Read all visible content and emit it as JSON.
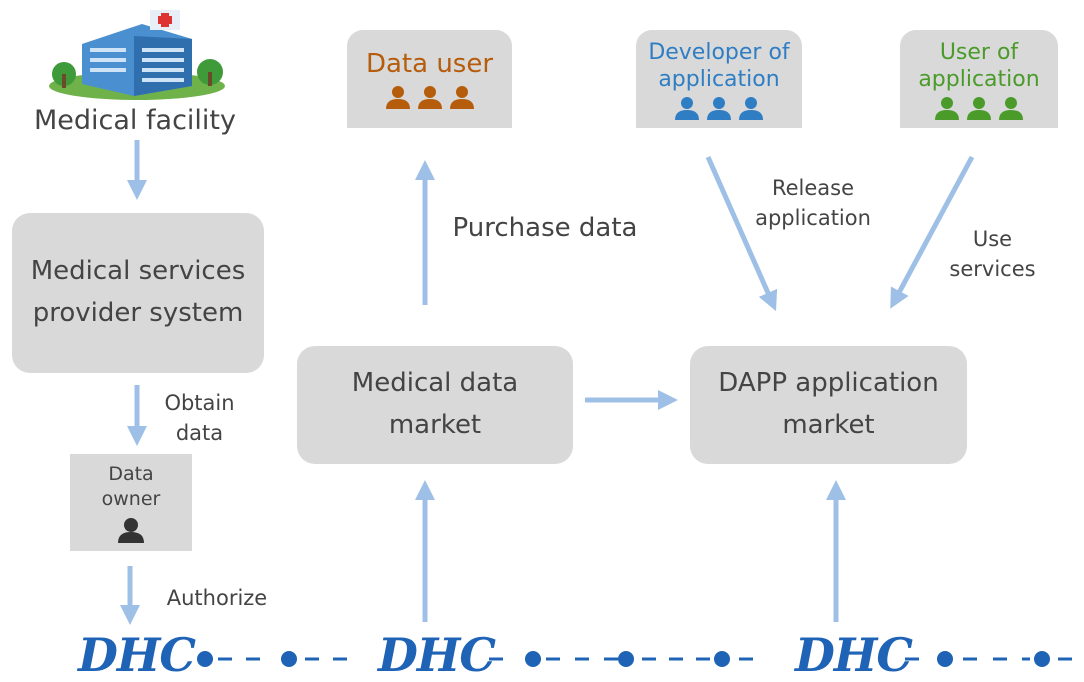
{
  "nodes": {
    "medical_facility": "Medical facility",
    "provider_system": "Medical services provider system",
    "data_owner": "Data owner",
    "data_user": "Data user",
    "developer": "Developer of application",
    "app_user": "User of application",
    "medical_data_market": "Medical data market",
    "dapp_market": "DAPP application market"
  },
  "edges": {
    "obtain_data": "Obtain data",
    "authorize": "Authorize",
    "purchase_data": "Purchase data",
    "release_application": "Release application",
    "use_services": "Use services"
  },
  "chain": {
    "dhc_1": "DHC",
    "dhc_2": "DHC",
    "dhc_3": "DHC"
  },
  "colors": {
    "box": "#d9d9d9",
    "arrow": "#9fc0e6",
    "chain": "#1f63b6",
    "data_user": "#b55d0c",
    "developer": "#2f7ec4",
    "app_user": "#4a9b2a"
  }
}
